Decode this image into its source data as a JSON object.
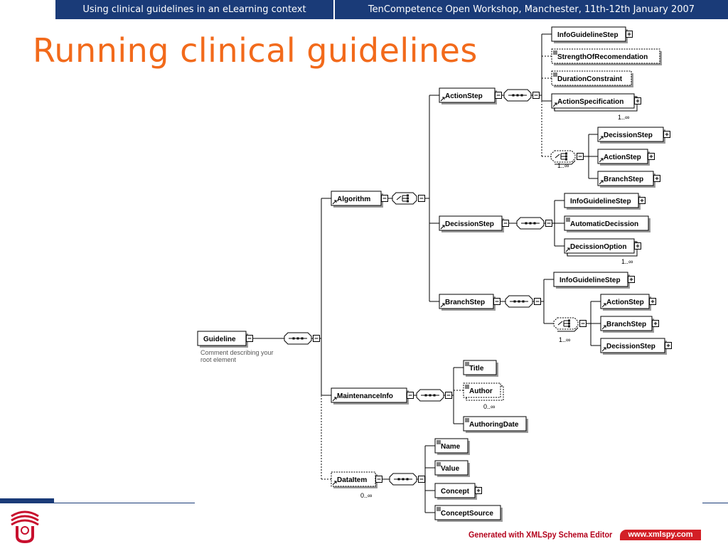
{
  "header": {
    "left_text": "Using clinical guidelines in an eLearning context",
    "right_text": "TenCompetence Open Workshop, Manchester, 11th-12th January  2007"
  },
  "slide_title": "Running clinical guidelines",
  "colors": {
    "header_bar": "#1a3b78",
    "title": "#f26a1b",
    "footer_brand": "#d31f26"
  },
  "diagram": {
    "nodes": [
      {
        "id": "guideline",
        "label": "Guideline"
      },
      {
        "id": "algorithm",
        "label": "Algorithm"
      },
      {
        "id": "maintenance",
        "label": "MaintenanceInfo"
      },
      {
        "id": "dataitem",
        "label": "DataItem"
      },
      {
        "id": "actionstep",
        "label": "ActionStep"
      },
      {
        "id": "decissionstep",
        "label": "DecissionStep"
      },
      {
        "id": "branchstep",
        "label": "BranchStep"
      },
      {
        "id": "as-info",
        "label": "InfoGuidelineStep"
      },
      {
        "id": "as-strength",
        "label": "StrengthOfRecomendation"
      },
      {
        "id": "as-duration",
        "label": "DurationConstraint"
      },
      {
        "id": "as-spec",
        "label": "ActionSpecification"
      },
      {
        "id": "as-ch-decission",
        "label": "DecissionStep"
      },
      {
        "id": "as-ch-action",
        "label": "ActionStep"
      },
      {
        "id": "as-ch-branch",
        "label": "BranchStep"
      },
      {
        "id": "ds-info",
        "label": "InfoGuidelineStep"
      },
      {
        "id": "ds-auto",
        "label": "AutomaticDecission"
      },
      {
        "id": "ds-option",
        "label": "DecissionOption"
      },
      {
        "id": "bs-info",
        "label": "InfoGuidelineStep"
      },
      {
        "id": "bs-ch-action",
        "label": "ActionStep"
      },
      {
        "id": "bs-ch-branch",
        "label": "BranchStep"
      },
      {
        "id": "bs-ch-decission",
        "label": "DecissionStep"
      },
      {
        "id": "mi-title",
        "label": "Title"
      },
      {
        "id": "mi-author",
        "label": "Author"
      },
      {
        "id": "mi-date",
        "label": "AuthoringDate"
      },
      {
        "id": "di-name",
        "label": "Name"
      },
      {
        "id": "di-value",
        "label": "Value"
      },
      {
        "id": "di-concept",
        "label": "Concept"
      },
      {
        "id": "di-source",
        "label": "ConceptSource"
      }
    ],
    "root_comment_line1": "Comment describing your",
    "root_comment_line2": "root element",
    "multiplicities": {
      "as_spec": "1..∞",
      "as_choice": "1..∞",
      "ds_option": "1..∞",
      "bs_choice": "1..∞",
      "author": "0..∞",
      "dataitem": "0..∞"
    }
  },
  "footer": {
    "generated_text": "Generated with XMLSpy Schema Editor",
    "url_badge": "www.xmlspy.com"
  }
}
